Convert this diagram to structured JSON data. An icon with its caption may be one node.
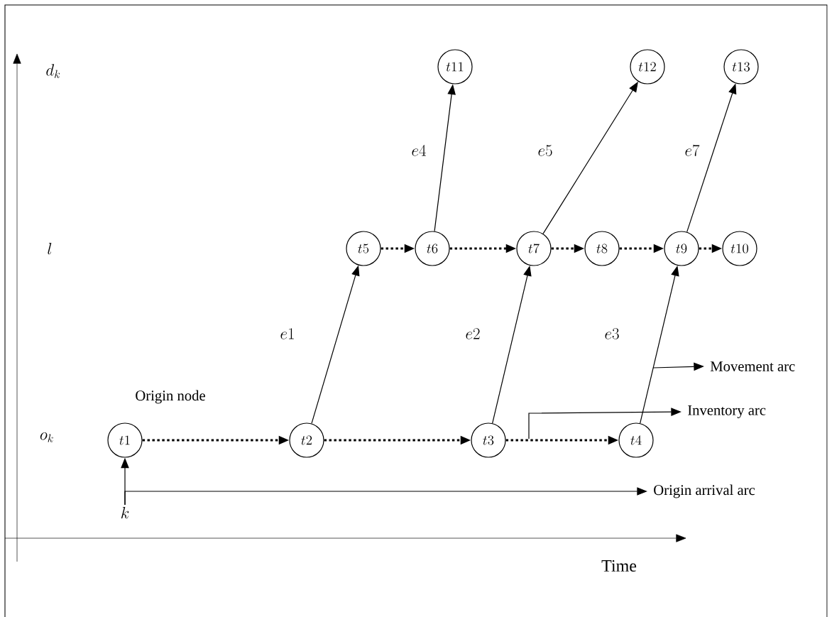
{
  "diagram": {
    "nodes": [
      {
        "text": [
          "t1"
        ],
        "beside": [
          "Origin node"
        ]
      },
      {
        "text": [
          "t2"
        ]
      },
      {
        "text": [
          "t3"
        ]
      },
      {
        "text": [
          "t4"
        ]
      },
      {
        "text": [
          "t5"
        ]
      },
      {
        "text": [
          "t6"
        ]
      },
      {
        "text": [
          "t7"
        ]
      },
      {
        "text": [
          "t8"
        ]
      },
      {
        "text": [
          "t9"
        ]
      },
      {
        "text": [
          "t10"
        ]
      },
      {
        "text": [
          "t11"
        ]
      },
      {
        "text": [
          "t12"
        ]
      },
      {
        "text": [
          "t13"
        ]
      },
      {
        "text": [
          "k"
        ]
      },
      {
        "text": [
          "Movement arc"
        ]
      },
      {
        "text": [
          "Inventory arc"
        ]
      },
      {
        "text": [
          "Origin arrival arc"
        ]
      }
    ],
    "edges": [
      {
        "from": 0,
        "to": 1,
        "arrow": "to",
        "style": "dashed"
      },
      {
        "from": 1,
        "to": 2,
        "arrow": "to",
        "style": "dashed"
      },
      {
        "from": 2,
        "to": 3,
        "arrow": "to",
        "style": "dashed"
      },
      {
        "from": 4,
        "to": 5,
        "arrow": "to",
        "style": "dashed"
      },
      {
        "from": 5,
        "to": 6,
        "arrow": "to",
        "style": "dashed"
      },
      {
        "from": 6,
        "to": 7,
        "arrow": "to",
        "style": "dashed"
      },
      {
        "from": 7,
        "to": 8,
        "arrow": "to",
        "style": "dashed"
      },
      {
        "from": 8,
        "to": 9,
        "arrow": "to",
        "style": "dashed"
      },
      {
        "from": 1,
        "to": 4,
        "arrow": "to",
        "label": "e1"
      },
      {
        "from": 2,
        "to": 6,
        "arrow": "to",
        "label": "e2"
      },
      {
        "from": 3,
        "to": 8,
        "arrow": "to",
        "label": "e3"
      },
      {
        "from": 5,
        "to": 10,
        "arrow": "to",
        "label": "e4"
      },
      {
        "from": 6,
        "to": 11,
        "arrow": "to",
        "label": "e5"
      },
      {
        "from": 8,
        "to": 12,
        "arrow": "to",
        "label": "e7"
      },
      {
        "from": 13,
        "to": 0,
        "arrow": "to"
      },
      {
        "from": null,
        "to": 14,
        "arrow": "to"
      },
      {
        "from": null,
        "to": 15,
        "arrow": "to"
      },
      {
        "from": 13,
        "to": 16,
        "arrow": "to"
      }
    ],
    "labels": [
      "d_{k}",
      "l",
      "o_{k}",
      "Time"
    ]
  }
}
